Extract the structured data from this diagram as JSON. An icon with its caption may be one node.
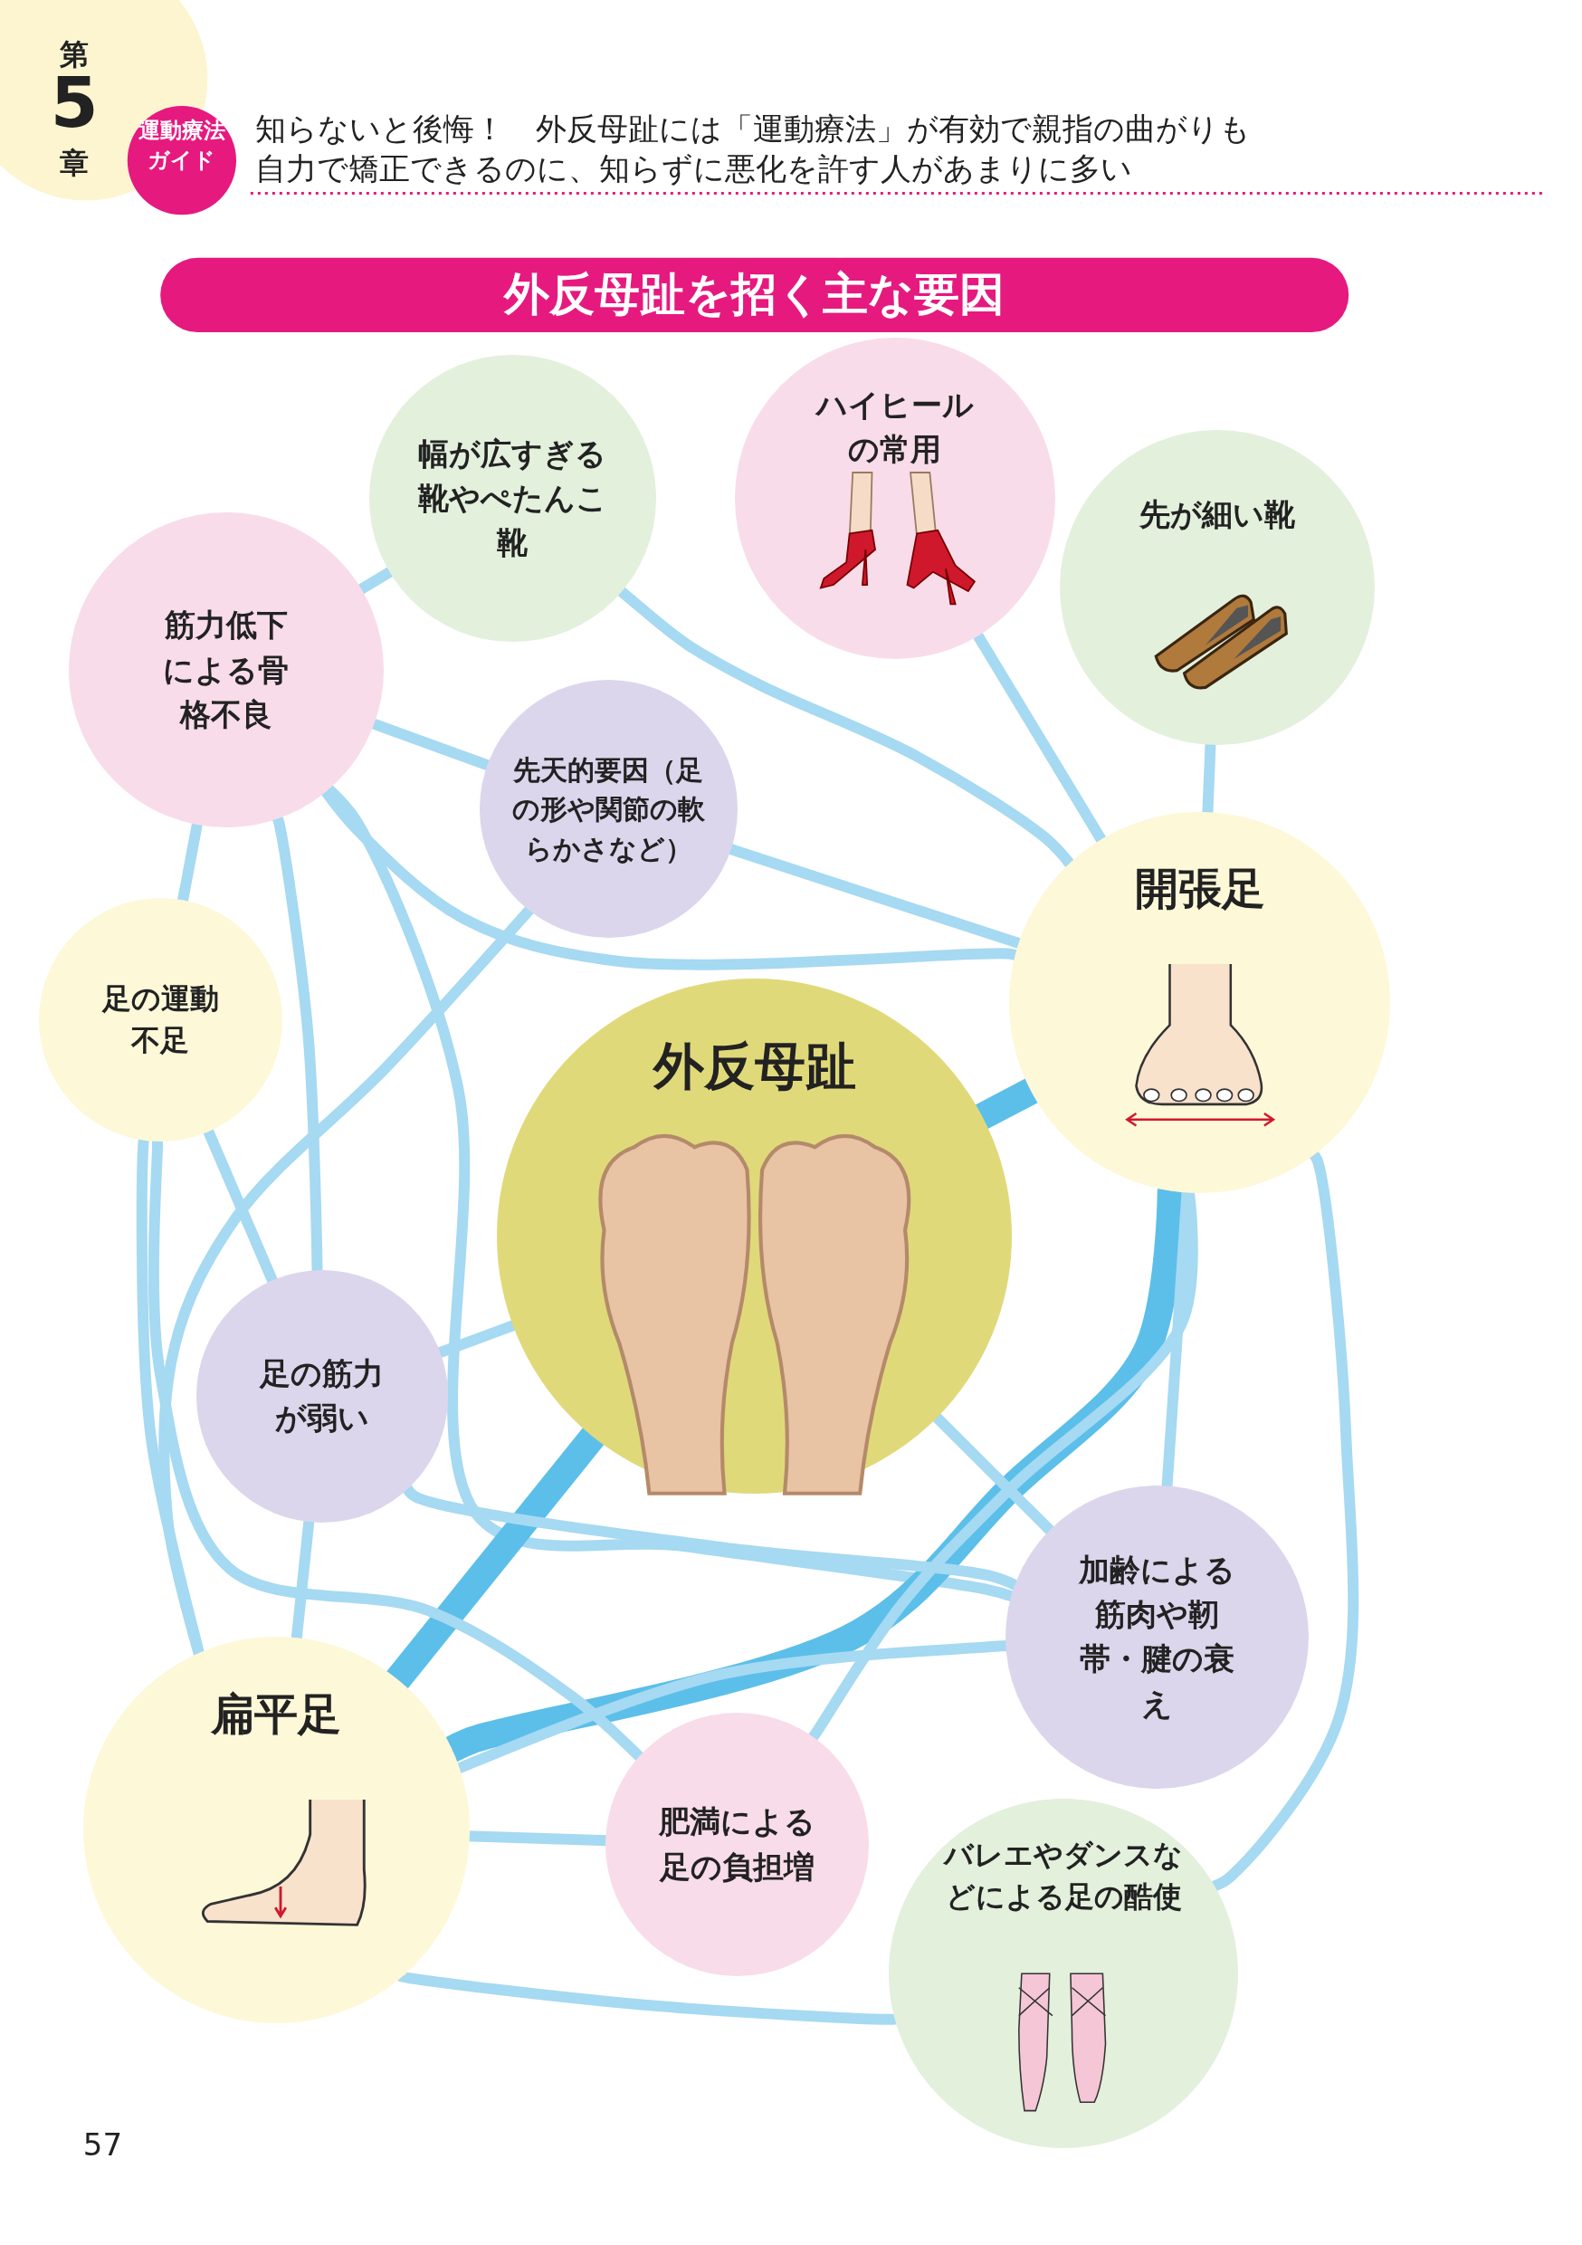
{
  "diagram": {
    "title": "外反母趾を招く主な要因",
    "nodes": [
      {
        "text": [
          "幅が広すぎる靴やぺたんこ靴"
        ]
      },
      {
        "text": [
          "ハイヒールの常用"
        ]
      },
      {
        "text": [
          "先が細い靴"
        ]
      },
      {
        "text": [
          "筋力低下による骨格不良"
        ]
      },
      {
        "text": [
          "先天的要因（足の形や関節の軟らかさなど）"
        ]
      },
      {
        "text": [
          "足の運動不足"
        ]
      },
      {
        "text": [
          "開張足"
        ]
      },
      {
        "text": [
          "外反母趾"
        ]
      },
      {
        "text": [
          "足の筋力が弱い"
        ]
      },
      {
        "text": [
          "加齢による筋肉や靭帯・腱の衰え"
        ]
      },
      {
        "text": [
          "扁平足"
        ]
      },
      {
        "text": [
          "肥満による足の負担増"
        ]
      },
      {
        "text": [
          "バレエやダンスなどによる足の酷使"
        ]
      }
    ],
    "edges": [
      {
        "from": 0,
        "to": 3,
        "arrow": "none"
      },
      {
        "from": 0,
        "to": 6,
        "arrow": "none"
      },
      {
        "from": 1,
        "to": 6,
        "arrow": "none"
      },
      {
        "from": 2,
        "to": 6,
        "arrow": "none"
      },
      {
        "from": 3,
        "to": 4,
        "arrow": "none"
      },
      {
        "from": 3,
        "to": 6,
        "arrow": "none"
      },
      {
        "from": 3,
        "to": 8,
        "arrow": "none"
      },
      {
        "from": 3,
        "to": 9,
        "arrow": "none"
      },
      {
        "from": 3,
        "to": 5,
        "arrow": "none"
      },
      {
        "from": 4,
        "to": 6,
        "arrow": "none"
      },
      {
        "from": 4,
        "to": 10,
        "arrow": "none"
      },
      {
        "from": 5,
        "to": 10,
        "arrow": "none"
      },
      {
        "from": 5,
        "to": 8,
        "arrow": "none"
      },
      {
        "from": 6,
        "to": 7,
        "arrow": "none",
        "style": "thick",
        "color": "#5bbfe9"
      },
      {
        "from": 6,
        "to": 10,
        "arrow": "none",
        "style": "thick",
        "color": "#5bbfe9"
      },
      {
        "from": 6,
        "to": 12,
        "arrow": "none"
      },
      {
        "from": 6,
        "to": 9,
        "arrow": "none"
      },
      {
        "from": 6,
        "to": 11,
        "arrow": "none"
      },
      {
        "from": 7,
        "to": 10,
        "arrow": "none",
        "style": "thick",
        "color": "#5bbfe9"
      },
      {
        "from": 8,
        "to": 7,
        "arrow": "none"
      },
      {
        "from": 8,
        "to": 9,
        "arrow": "none"
      },
      {
        "from": 7,
        "to": 9,
        "arrow": "none"
      },
      {
        "from": 10,
        "to": 11,
        "arrow": "none"
      },
      {
        "from": 10,
        "to": 12,
        "arrow": "none"
      },
      {
        "from": 10,
        "to": 9,
        "arrow": "none"
      },
      {
        "from": 8,
        "to": 10,
        "arrow": "none"
      },
      {
        "from": 5,
        "to": 11,
        "arrow": "none"
      }
    ],
    "labels": [
      "第",
      "5",
      "章",
      "運動療法ガイド",
      "知らないと後悔！　外反母趾には「運動療法」が有効で親指の曲がりも自力で矯正できるのに、知らずに悪化を許す人があまりに多い",
      "57"
    ]
  }
}
